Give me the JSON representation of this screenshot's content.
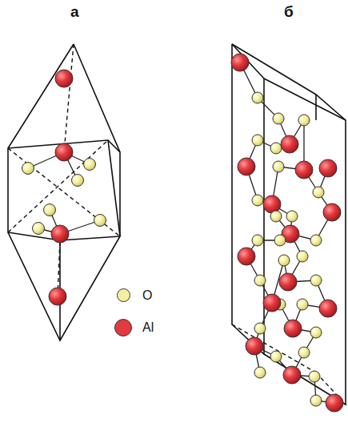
{
  "diagram": {
    "labels": [
      "а",
      "б"
    ],
    "legend": [
      {
        "text": "O",
        "color": "#f4efa0"
      },
      {
        "text": "Al",
        "color": "#e23a3f"
      }
    ]
  }
}
